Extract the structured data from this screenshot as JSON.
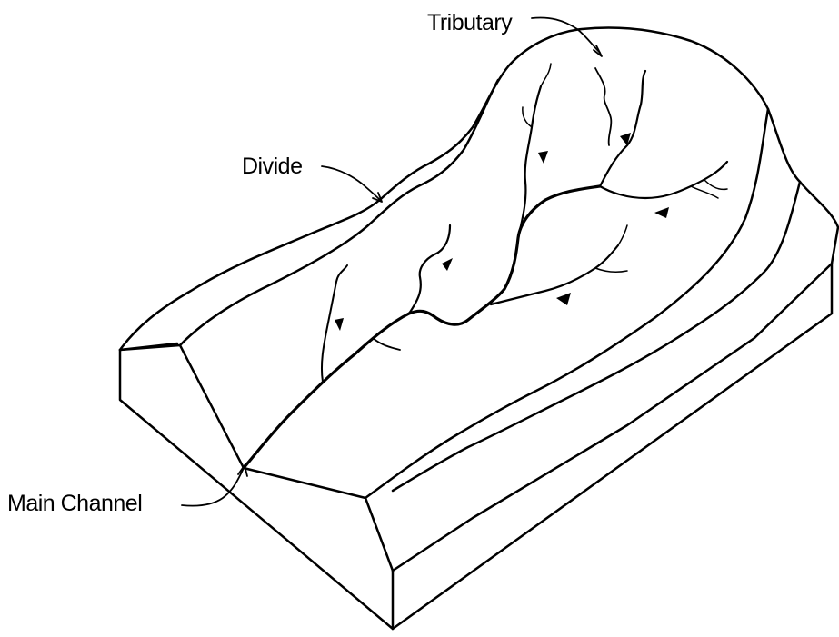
{
  "labels": {
    "tributary": "Tributary",
    "divide": "Divide",
    "main_channel": "Main Channel"
  },
  "colors": {
    "line": "#000000",
    "background": "#ffffff"
  }
}
